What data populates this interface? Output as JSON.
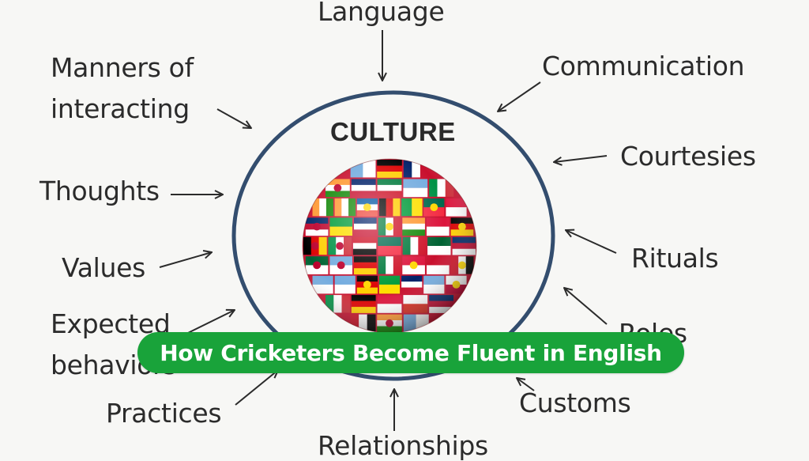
{
  "diagram": {
    "center_title": "CULTURE",
    "center_image": "globe-of-national-flags",
    "labels": {
      "language": "Language",
      "manners": [
        "Manners of",
        "interacting"
      ],
      "communication": "Communication",
      "courtesies": "Courtesies",
      "thoughts": "Thoughts",
      "values": "Values",
      "rituals": "Rituals",
      "expected": [
        "Expected",
        "behaviors"
      ],
      "roles": "Roles",
      "practices": "Practices",
      "customs": "Customs",
      "relationships": "Relationships"
    }
  },
  "banner": {
    "text": "How Cricketers Become Fluent in English",
    "color": "#19a33a"
  },
  "colors": {
    "ellipse": "#334d6e",
    "arrow": "#2b2b2b",
    "text": "#2b2b2b"
  }
}
